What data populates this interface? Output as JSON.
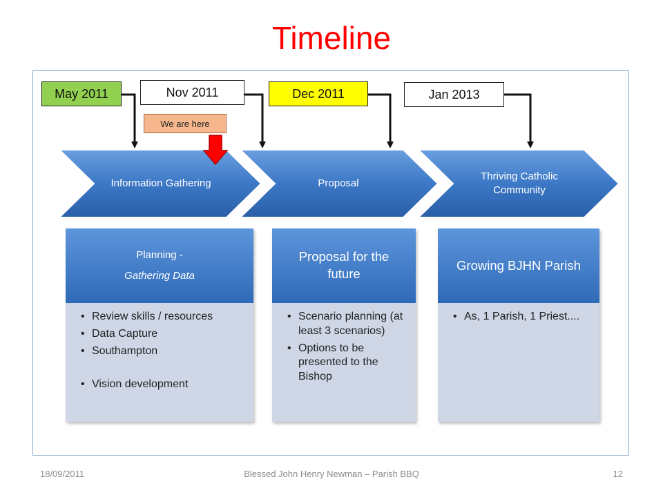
{
  "slide": {
    "title": "Timeline"
  },
  "dates": [
    {
      "label": "May 2011",
      "color": "#92d050"
    },
    {
      "label": "Nov 2011",
      "color": "#ffffff"
    },
    {
      "label": "Dec 2011",
      "color": "#ffff00"
    },
    {
      "label": "Jan 2013",
      "color": "#ffffff"
    }
  ],
  "marker": {
    "label": "We are here",
    "color": "#f7b78e",
    "arrow_color": "#ff0000"
  },
  "phases": [
    {
      "label": "Information Gathering"
    },
    {
      "label": "Proposal"
    },
    {
      "label": "Thriving Catholic Community"
    }
  ],
  "cards": [
    {
      "heading": "Planning -",
      "subheading": "Gathering Data",
      "bullets": [
        "Review skills / resources",
        "Data Capture",
        "Southampton",
        "Vision development"
      ]
    },
    {
      "heading": "Proposal for the future",
      "bullets": [
        "Scenario planning (at least 3 scenarios)",
        "Options to be presented to the Bishop"
      ]
    },
    {
      "heading": "Growing  BJHN Parish",
      "bullets": [
        "As, 1 Parish, 1 Priest...."
      ]
    }
  ],
  "footer": {
    "date": "18/09/2011",
    "center": "Blessed John Henry Newman – Parish BBQ",
    "page": "12"
  },
  "colors": {
    "title": "#ff0000",
    "chevron": "#2e6ab8",
    "card_body": "#cfd6e6"
  }
}
